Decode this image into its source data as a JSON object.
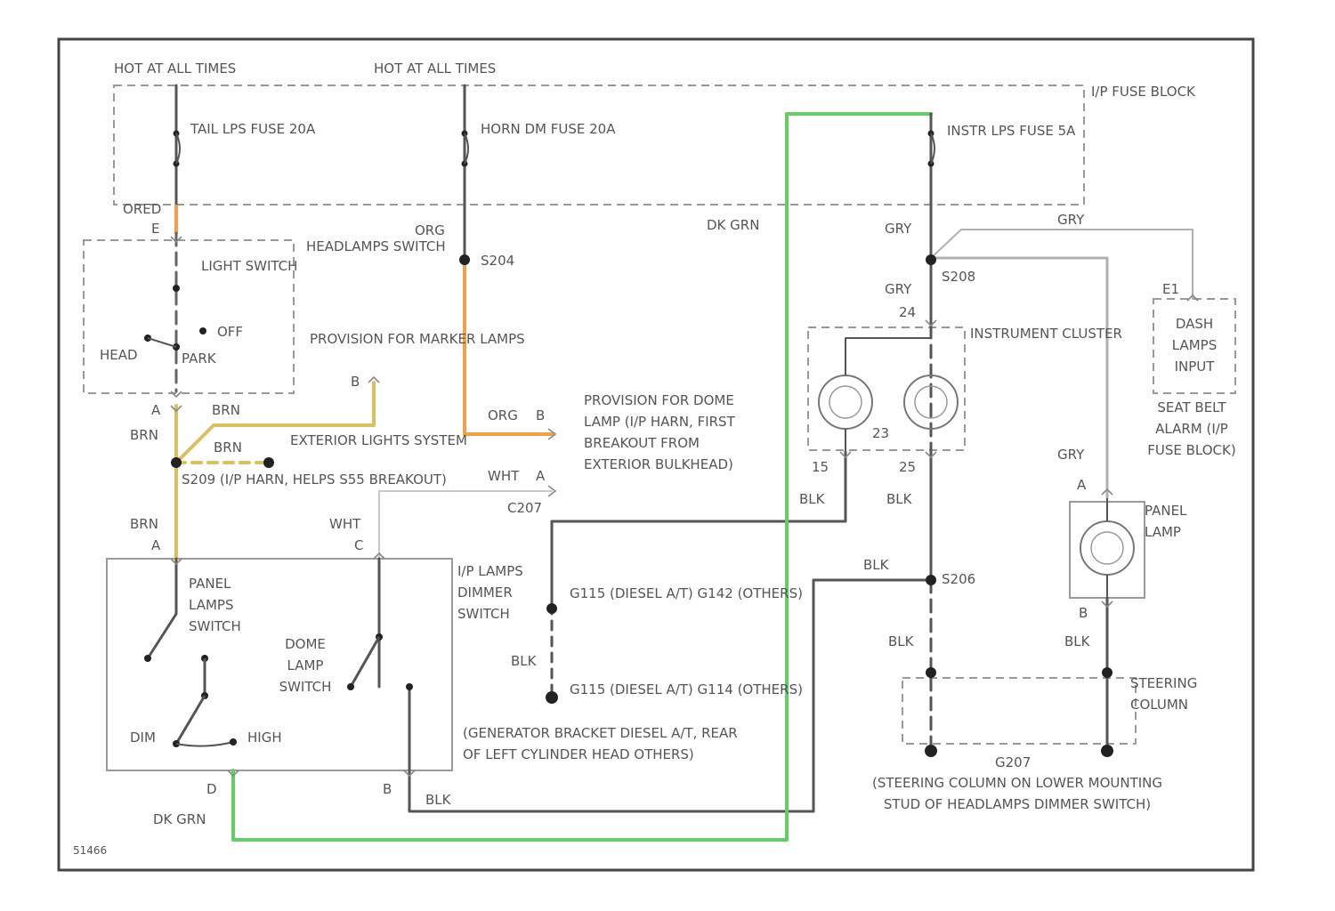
{
  "diagram": {
    "colors": {
      "border": "#444444",
      "wire_black": "#444444",
      "wire_orange": "#f29f4a",
      "wire_brown": "#d9c060",
      "wire_green": "#66cc66",
      "wire_gray": "#b0b0b0"
    },
    "fuse_block": {
      "hot1": "HOT AT ALL TIMES",
      "hot2": "HOT AT ALL TIMES",
      "label": "I/P FUSE BLOCK",
      "fuse_tail": "TAIL LPS FUSE 20A",
      "fuse_horn": "HORN DM FUSE 20A",
      "fuse_instr": "INSTR LPS FUSE 5A",
      "tail_wire": "ORED",
      "tail_conn": "E",
      "horn_wire": "ORG",
      "instr_wire": "GRY",
      "green_wire": "DK GRN"
    },
    "headlamp_switch": {
      "name": "HEADLAMPS SWITCH",
      "light_switch": "LIGHT SWITCH",
      "head": "HEAD",
      "park": "PARK",
      "off": "OFF",
      "provision_marker": "PROVISION FOR MARKER LAMPS",
      "conn_a": "A",
      "conn_b": "B"
    },
    "splices": {
      "s204": "S204",
      "s209": "S209",
      "s206": "S206",
      "s209_note": "S209 (I/P HARN, HELPS S55 BREAKOUT)",
      "s208": "S208"
    },
    "brown_wires": {
      "brn1": "BRN",
      "brn2": "BRN",
      "brn3": "BRN",
      "brn4": "BRN",
      "conn_a1": "A",
      "conn_a2": "A",
      "exterior": "EXTERIOR LIGHTS SYSTEM"
    },
    "dome_provision": {
      "text": "PROVISION FOR DOME LAMP (I/P HARN, FIRST BREAKOUT FROM EXTERIOR BULKHEAD)",
      "org": "ORG",
      "conn_b": "B",
      "wht": "WHT",
      "conn_a": "A",
      "c207": "C207"
    },
    "dimmer_switch": {
      "name": "I/P LAMPS DIMMER SWITCH",
      "panel": "PANEL LAMPS SWITCH",
      "dome": "DOME LAMP SWITCH",
      "dim": "DIM",
      "high": "HIGH",
      "wht": "WHT",
      "conn_c": "C",
      "conn_d": "D",
      "conn_b": "B",
      "dkgrn": "DK GRN",
      "blk": "BLK"
    },
    "grounds": {
      "g1": "G115 (DIESEL A/T) G142 (OTHERS)",
      "g2": "G115 (DIESEL A/T) G114 (OTHERS)",
      "blk": "BLK",
      "note": "(GENERATOR BRACKET DIESEL A/T, REAR OF LEFT CYLINDER HEAD OTHERS)"
    },
    "cluster": {
      "name": "INSTRUMENT CLUSTER",
      "gry1": "GRY",
      "gry2": "GRY",
      "conn24": "24",
      "conn23": "23",
      "conn25": "25",
      "conn15": "15",
      "blk1": "BLK",
      "blk2": "BLK",
      "blk3": "BLK",
      "blk4": "BLK",
      "blk5": "BLK"
    },
    "right": {
      "gry_top": "GRY",
      "gry_panel": "GRY",
      "dash_input": "DASH LAMPS INPUT",
      "e1": "E1",
      "seatbelt": "SEAT BELT ALARM (I/P FUSE BLOCK)",
      "panel_lamp": "PANEL LAMP",
      "conn_a": "A",
      "conn_b": "B",
      "steering": "STEERING COLUMN",
      "g207": "G207",
      "g207_note": "(STEERING COLUMN ON LOWER MOUNTING STUD OF HEADLAMPS DIMMER SWITCH)"
    },
    "figure_id": "51466"
  }
}
